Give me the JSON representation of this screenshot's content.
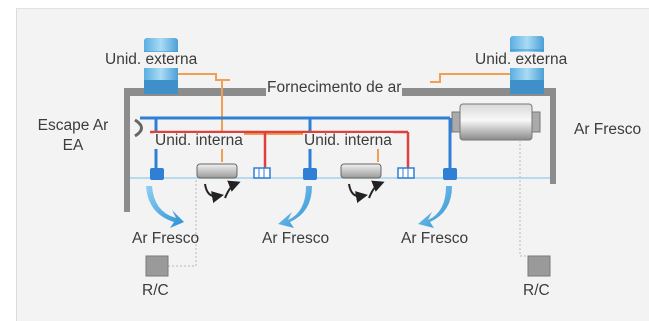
{
  "labels": {
    "outdoor_left": "Unid. externa",
    "outdoor_right": "Unid. externa",
    "air_supply": "Fornecimento de ar",
    "exhaust_line1": "Escape Ar",
    "exhaust_line2": "EA",
    "indoor_left": "Unid. interna",
    "indoor_right": "Unid. interna",
    "fresh_air_outside": "Ar Fresco",
    "fresh_air_1": "Ar Fresco",
    "fresh_air_2": "Ar Fresco",
    "fresh_air_3": "Ar Fresco",
    "rc_left": "R/C",
    "rc_right": "R/C"
  },
  "colors": {
    "supply_duct": "#2f7fd6",
    "refrigerant_hot": "#e0403a",
    "refrigerant_signal": "#f0a050",
    "building_wall": "#8c8c8c",
    "ceiling_line": "#9fd3ee",
    "airflow_arrow": "#3a9fdb",
    "outdoor_unit": "#7fc3ea"
  }
}
